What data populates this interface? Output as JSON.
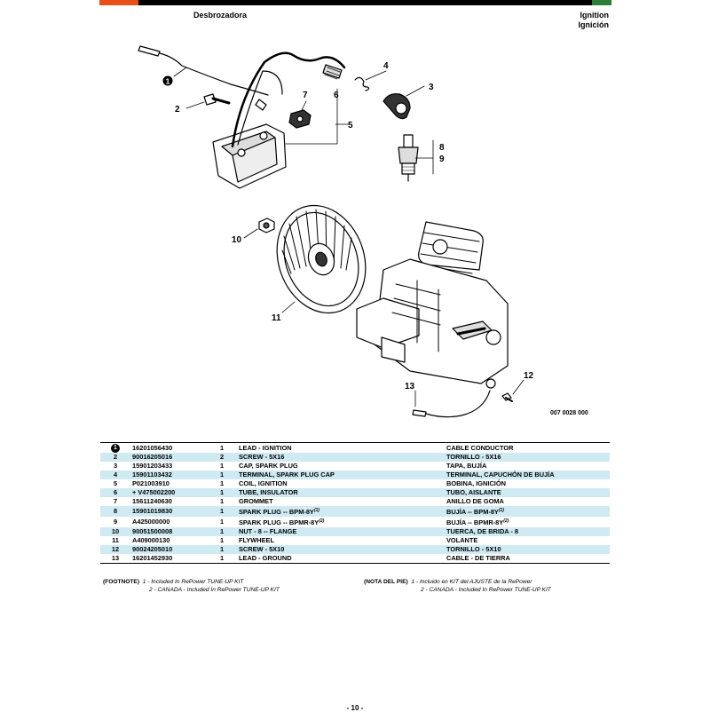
{
  "header": {
    "left_title": "Desbrozadora",
    "right_title_en": "Ignition",
    "right_title_es": "Ignición"
  },
  "diagram": {
    "callouts": [
      "1",
      "2",
      "3",
      "4",
      "5",
      "6",
      "7",
      "8",
      "9",
      "10",
      "11",
      "12",
      "13"
    ],
    "figure_ref": "007 0028 000"
  },
  "parts": [
    {
      "ref": "1",
      "part": "16201056430",
      "qty": "1",
      "en": "LEAD - IGNITION",
      "es": "CABLE CONDUCTOR"
    },
    {
      "ref": "2",
      "part": "90016205016",
      "qty": "2",
      "en": "SCREW - 5X16",
      "es": "TORNILLO - 5X16"
    },
    {
      "ref": "3",
      "part": "15901203433",
      "qty": "1",
      "en": "CAP, SPARK PLUG",
      "es": "TAPA, BUJÍA"
    },
    {
      "ref": "4",
      "part": "15901103432",
      "qty": "1",
      "en": "TERMINAL, SPARK PLUG CAP",
      "es": "TERMINAL, CAPUCHÓN DE BUJÍA"
    },
    {
      "ref": "5",
      "part": "P021003910",
      "qty": "1",
      "en": "COIL, IGNITION",
      "es": "BOBINA, IGNICIÓN"
    },
    {
      "ref": "6",
      "part": "+ V475002200",
      "qty": "1",
      "en": "TUBE, INSULATOR",
      "es": "TUBO, AISLANTE"
    },
    {
      "ref": "7",
      "part": "15611240630",
      "qty": "1",
      "en": "GROMMET",
      "es": "ANILLO DE GOMA"
    },
    {
      "ref": "8",
      "part": "15901019830",
      "qty": "1",
      "en": "SPARK PLUG -- BPM-8Y",
      "en_sup": "(1)",
      "es": "BUJÍA -- BPM-8Y",
      "es_sup": "(1)"
    },
    {
      "ref": "9",
      "part": "A425000000",
      "qty": "1",
      "en": "SPARK PLUG -- BPMR-8Y",
      "en_sup": "(2)",
      "es": "BUJÍA -- BPMR-8Y",
      "es_sup": "(2)"
    },
    {
      "ref": "10",
      "part": "90051500008",
      "qty": "1",
      "en": "NUT - 8 -- FLANGE",
      "es": "TUERCA, DE BRIDA - 8"
    },
    {
      "ref": "11",
      "part": "A409000130",
      "qty": "1",
      "en": "FLYWHEEL",
      "es": "VOLANTE"
    },
    {
      "ref": "12",
      "part": "90024205010",
      "qty": "1",
      "en": "SCREW - 5X10",
      "es": "TORNILLO - 5X10"
    },
    {
      "ref": "13",
      "part": "16201452930",
      "qty": "1",
      "en": "LEAD - GROUND",
      "es": "CABLE - DE TIERRA"
    }
  ],
  "footnotes": {
    "en_label": "(FOOTNOTE)",
    "en_1": "1 - Included In RePower TUNE-UP KIT",
    "en_2": "2 - CANADA - Included In RePower TUNE-UP KIT",
    "es_label": "(NOTA DEL PIE)",
    "es_1": "1 - Incluido en KIT del AJUSTE de la RePower",
    "es_2": "2 - CANADA - Included In RePower TUNE-UP KIT"
  },
  "page_number": "- 10 -"
}
